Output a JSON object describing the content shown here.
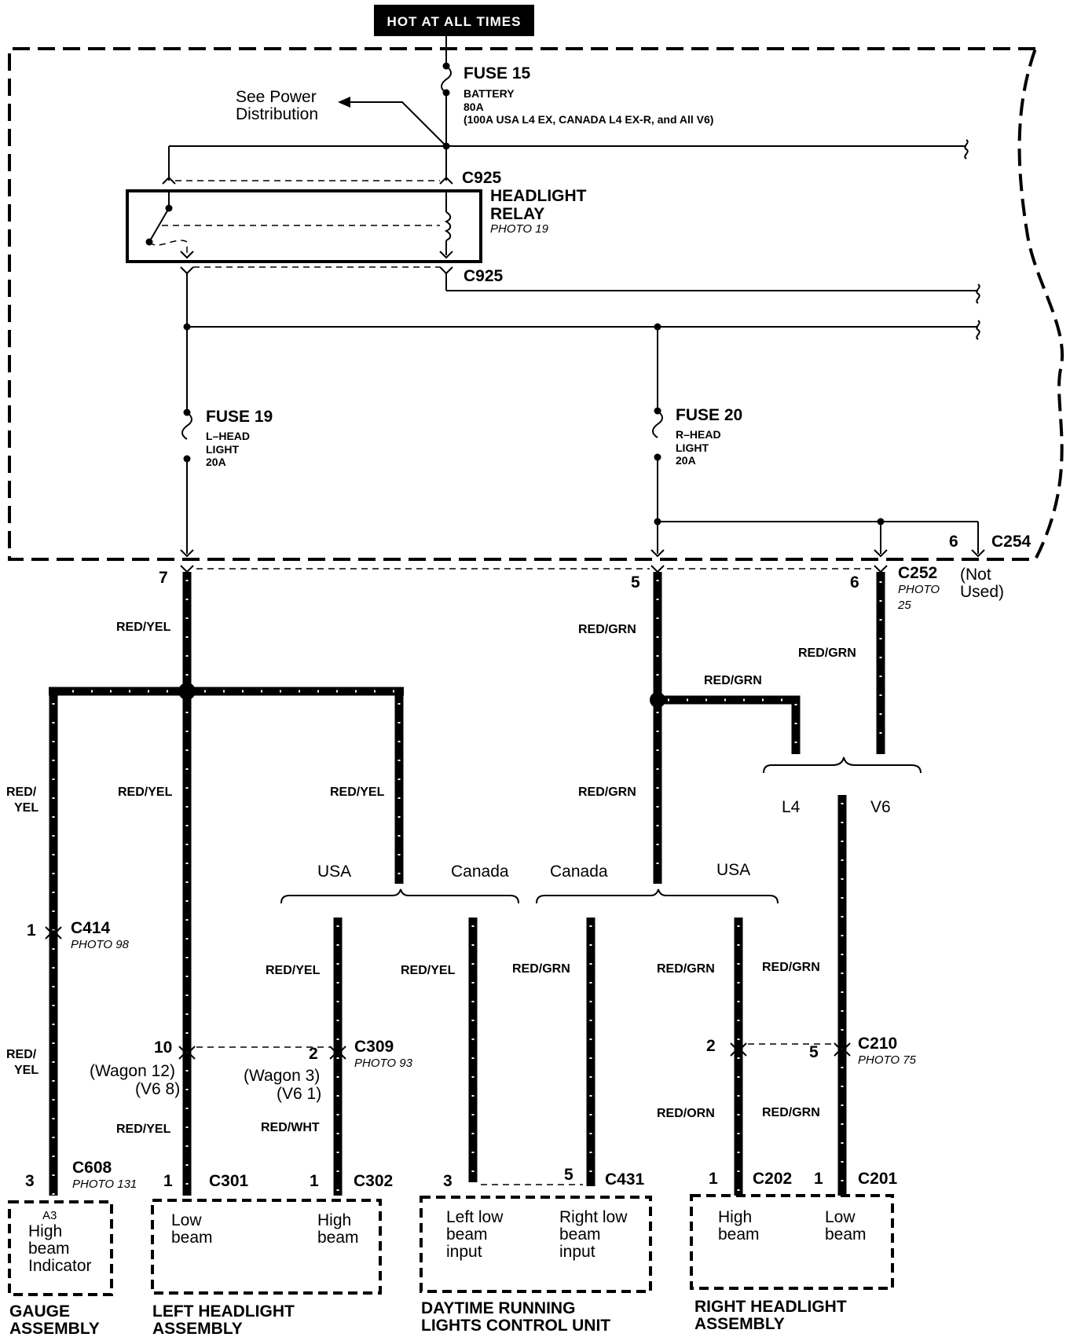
{
  "header": {
    "hot": "HOT AT ALL TIMES"
  },
  "fuse15": {
    "name": "FUSE 15",
    "line1": "BATTERY",
    "line2": "80A",
    "line3": "(100A USA L4 EX, CANADA L4 EX-R, and All V6)"
  },
  "power_note": {
    "line1": "See Power",
    "line2": "Distribution"
  },
  "relay": {
    "name1": "HEADLIGHT",
    "name2": "RELAY",
    "photo": "PHOTO 19",
    "conn_top": "C925",
    "conn_bottom": "C925"
  },
  "fuse19": {
    "name": "FUSE 19",
    "line1": "L–HEAD",
    "line2": "LIGHT",
    "line3": "20A"
  },
  "fuse20": {
    "name": "FUSE 20",
    "line1": "R–HEAD",
    "line2": "LIGHT",
    "line3": "20A"
  },
  "c254": {
    "pin": "6",
    "name": "C254",
    "note1": "(Not",
    "note2": "Used)"
  },
  "c252": {
    "name": "C252",
    "photo1": "PHOTO",
    "photo2": "25"
  },
  "pins": {
    "p7": "7",
    "p5": "5",
    "p6": "6"
  },
  "wires": {
    "red_yel": "RED/YEL",
    "red_grn": "RED/GRN",
    "red_slash": "RED/",
    "yel": "YEL",
    "red_wht": "RED/WHT",
    "red_orn": "RED/ORN"
  },
  "branches": {
    "usa": "USA",
    "canada": "Canada",
    "l4": "L4",
    "v6": "V6"
  },
  "c414": {
    "pin": "1",
    "name": "C414",
    "photo": "PHOTO 98"
  },
  "c608": {
    "pin": "3",
    "name": "C608",
    "photo": "PHOTO 131"
  },
  "c301": {
    "pin": "1",
    "name": "C301",
    "pin_top": "10",
    "wagon": "(Wagon 12)",
    "v6": "(V6 8)"
  },
  "c309": {
    "pin": "2",
    "name": "C309",
    "photo": "PHOTO 93",
    "wagon": "(Wagon 3)",
    "v6": "(V6 1)"
  },
  "c302": {
    "pin": "1",
    "name": "C302"
  },
  "c431": {
    "pin_left": "3",
    "pin_right": "5",
    "name": "C431"
  },
  "c210": {
    "pin_left": "2",
    "pin_right": "5",
    "name": "C210",
    "photo": "PHOTO 75"
  },
  "c202": {
    "pin": "1",
    "name": "C202"
  },
  "c201": {
    "pin": "1",
    "name": "C201"
  },
  "gauge": {
    "code": "A3",
    "line1": "High",
    "line2": "beam",
    "line3": "Indicator",
    "title1": "GAUGE",
    "title2": "ASSEMBLY"
  },
  "left_hl": {
    "low1": "Low",
    "low2": "beam",
    "high1": "High",
    "high2": "beam",
    "title1": "LEFT HEADLIGHT",
    "title2": "ASSEMBLY"
  },
  "drl": {
    "l1": "Left low",
    "l2": "beam",
    "l3": "input",
    "r1": "Right low",
    "r2": "beam",
    "r3": "input",
    "title1": "DAYTIME RUNNING",
    "title2": "LIGHTS CONTROL UNIT"
  },
  "right_hl": {
    "high1": "High",
    "high2": "beam",
    "low1": "Low",
    "low2": "beam",
    "title1": "RIGHT HEADLIGHT",
    "title2": "ASSEMBLY"
  }
}
